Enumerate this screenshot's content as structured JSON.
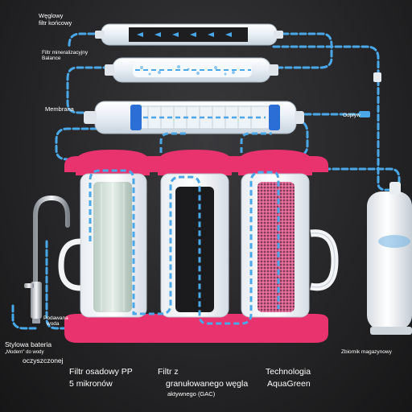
{
  "labels": {
    "final_filter_l1": "Węglowy",
    "final_filter_l2": "filtr końcowy",
    "mineral_filter_l1": "Filtr mineralizacyjny",
    "mineral_filter_l2": "Balance",
    "membrane": "Membrana",
    "drain": "Odpływ",
    "faucet_l1": "Stylowa bateria",
    "faucet_l2": "„Modern\" do wody",
    "faucet_l3": "oczyszczonej",
    "feed_l1": "Podawana",
    "feed_l2": "woda",
    "sediment_l1": "Filtr osadowy PP",
    "sediment_l2": "5 mikronów",
    "gac_l1": "Filtr z",
    "gac_l2": "granułowanego węgla",
    "gac_l3": "aktywnego (GAC)",
    "aquagreen_l1": "Technologia",
    "aquagreen_l2": "AquaGreen",
    "tank": "Zbiornik magazynowy"
  },
  "colors": {
    "housing_pink": "#e8336f",
    "flow_blue": "#4aa8e8",
    "membrane_blue": "#2b6fd6",
    "background": "#262628"
  }
}
